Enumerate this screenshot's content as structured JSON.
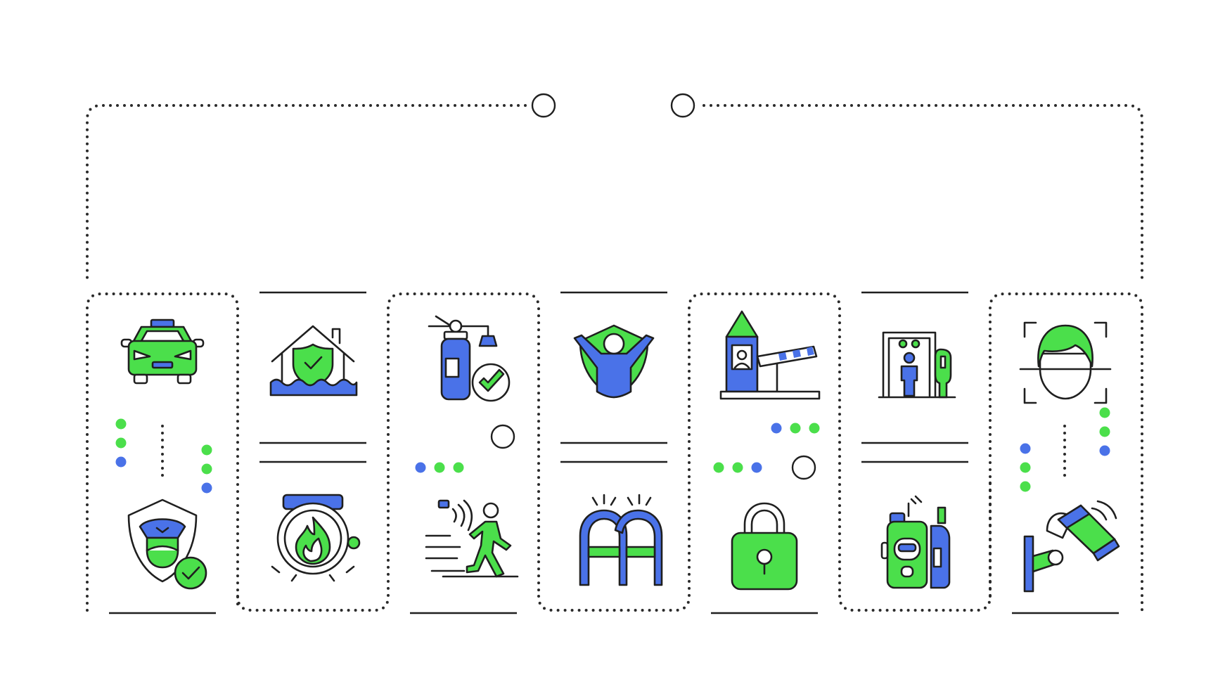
{
  "palette": {
    "green": "#4bdf4b",
    "blue": "#4a72e8",
    "stroke": "#1f1f1f",
    "dots": "#2a2a2a",
    "background": "#ffffff"
  },
  "columns": [
    {
      "top_icon": "police-car-icon",
      "bottom_icon": "security-guard-shield-icon",
      "frame": "dotted"
    },
    {
      "top_icon": "flood-insurance-house-icon",
      "bottom_icon": "fire-alarm-bell-icon",
      "frame": "lines"
    },
    {
      "top_icon": "fire-extinguisher-check-icon",
      "bottom_icon": "motion-sensor-runner-icon",
      "frame": "dotted"
    },
    {
      "top_icon": "personal-protection-shield-icon",
      "bottom_icon": "crowd-control-barrier-icon",
      "frame": "lines"
    },
    {
      "top_icon": "security-checkpoint-barrier-icon",
      "bottom_icon": "padlock-icon",
      "frame": "dotted"
    },
    {
      "top_icon": "metal-detector-gate-icon",
      "bottom_icon": "walkie-talkie-icon",
      "frame": "lines"
    },
    {
      "top_icon": "face-recognition-icon",
      "bottom_icon": "security-camera-icon",
      "frame": "dotted"
    }
  ]
}
